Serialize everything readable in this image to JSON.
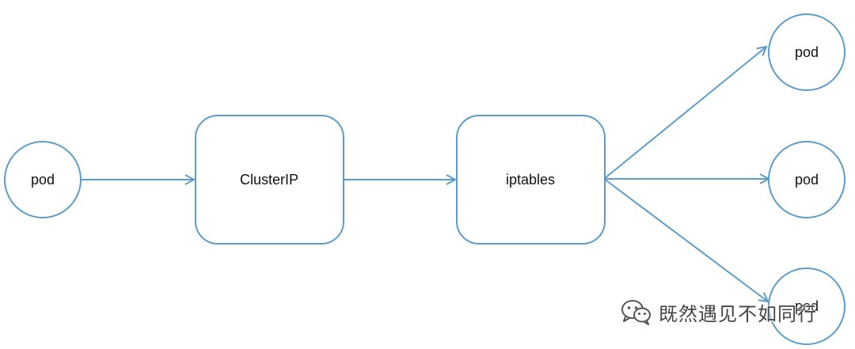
{
  "diagram": {
    "nodes": {
      "source_pod": {
        "label": "pod"
      },
      "cluster_ip": {
        "label": "ClusterIP"
      },
      "iptables": {
        "label": "iptables"
      },
      "target_pod_1": {
        "label": "pod"
      },
      "target_pod_2": {
        "label": "pod"
      },
      "target_pod_3": {
        "label": "pod"
      }
    },
    "colors": {
      "stroke": "#5b9ccb",
      "text": "#111111"
    }
  },
  "watermark": {
    "icon": "wechat-icon",
    "text": "既然遇见不如同行"
  }
}
